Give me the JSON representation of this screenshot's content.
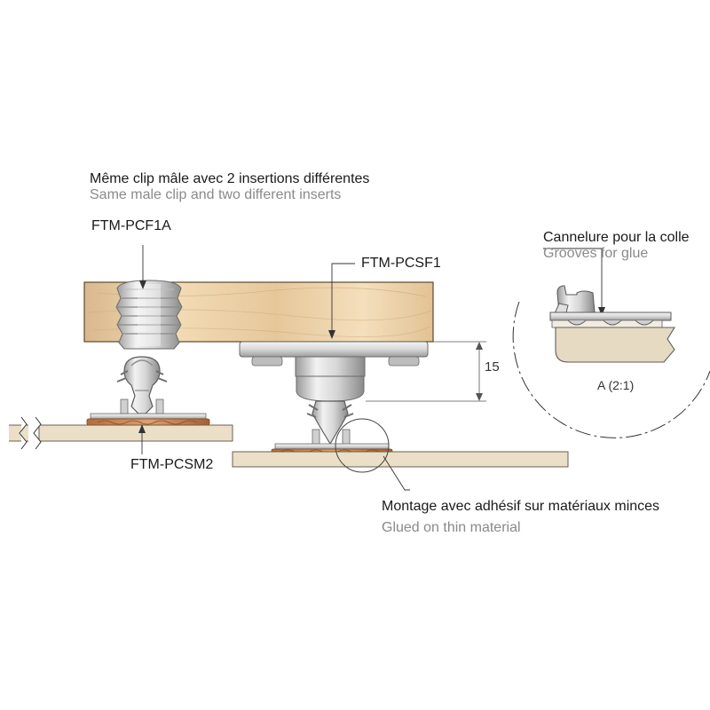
{
  "labels": {
    "title_fr": "Même clip mâle avec 2 insertions différentes",
    "title_en": "Same male clip and two different inserts",
    "ref_pcf1a": "FTM-PCF1A",
    "ref_pcsf1": "FTM-PCSF1",
    "ref_pcsm2": "FTM-PCSM2",
    "dimension": "15",
    "glue_fr": "Cannelure pour la colle",
    "glue_en": "Grooves for glue",
    "detail": "A (2:1)",
    "thin_fr": "Montage avec adhésif sur matériaux minces",
    "thin_en": "Glued on thin material"
  },
  "colors": {
    "wood_light": "#f3dcb6",
    "wood_dark": "#d4b286",
    "panel": "#e8dcc6",
    "panel_edge": "#8c8068",
    "metal": "#e2e2e2",
    "metal_dark": "#8e8e8e",
    "adhesive": "#c47a45",
    "text": "#1a1a1a",
    "text_en": "#8a8a8a"
  }
}
